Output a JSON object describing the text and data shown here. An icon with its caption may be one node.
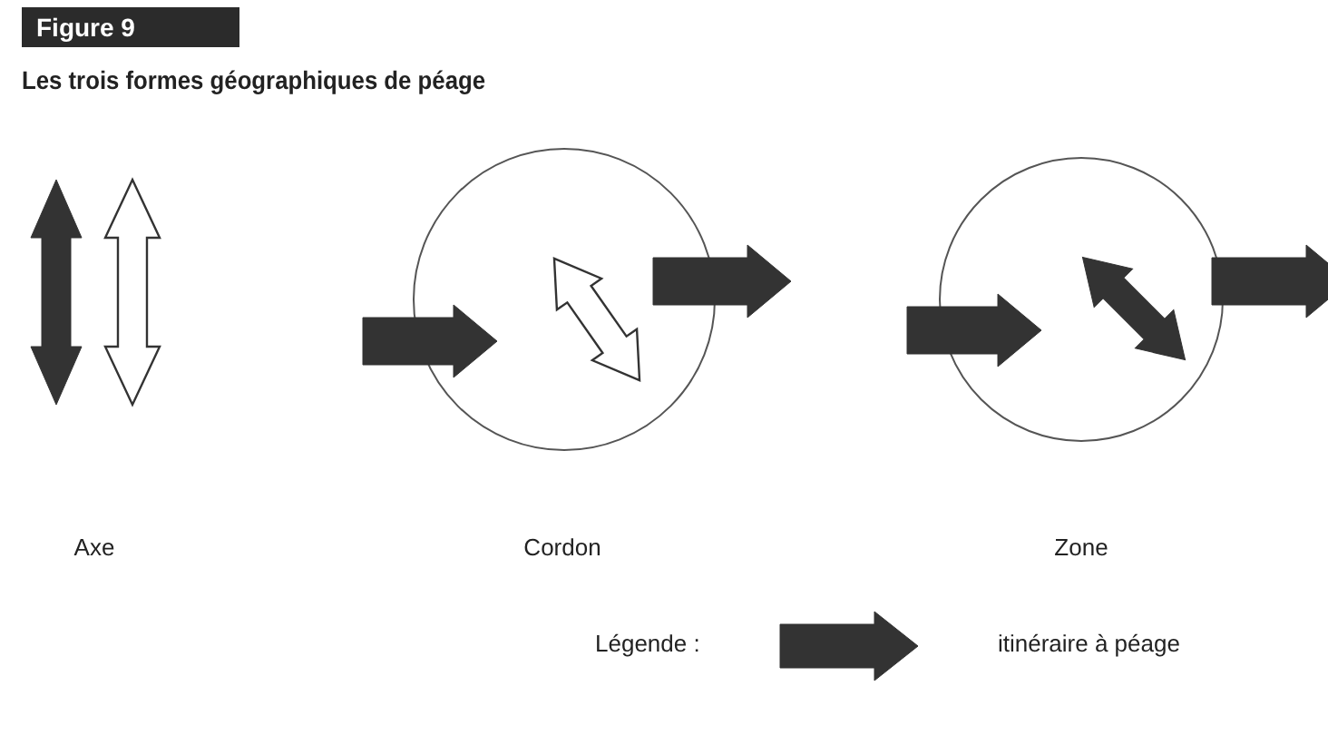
{
  "diagram": {
    "title": "Les trois formes géographiques de péage",
    "labels": [
      "Figure 9",
      "Axe",
      "Cordon",
      "Zone",
      "Légende :"
    ],
    "legend": [
      {
        "text": "itinéraire à péage"
      }
    ]
  }
}
